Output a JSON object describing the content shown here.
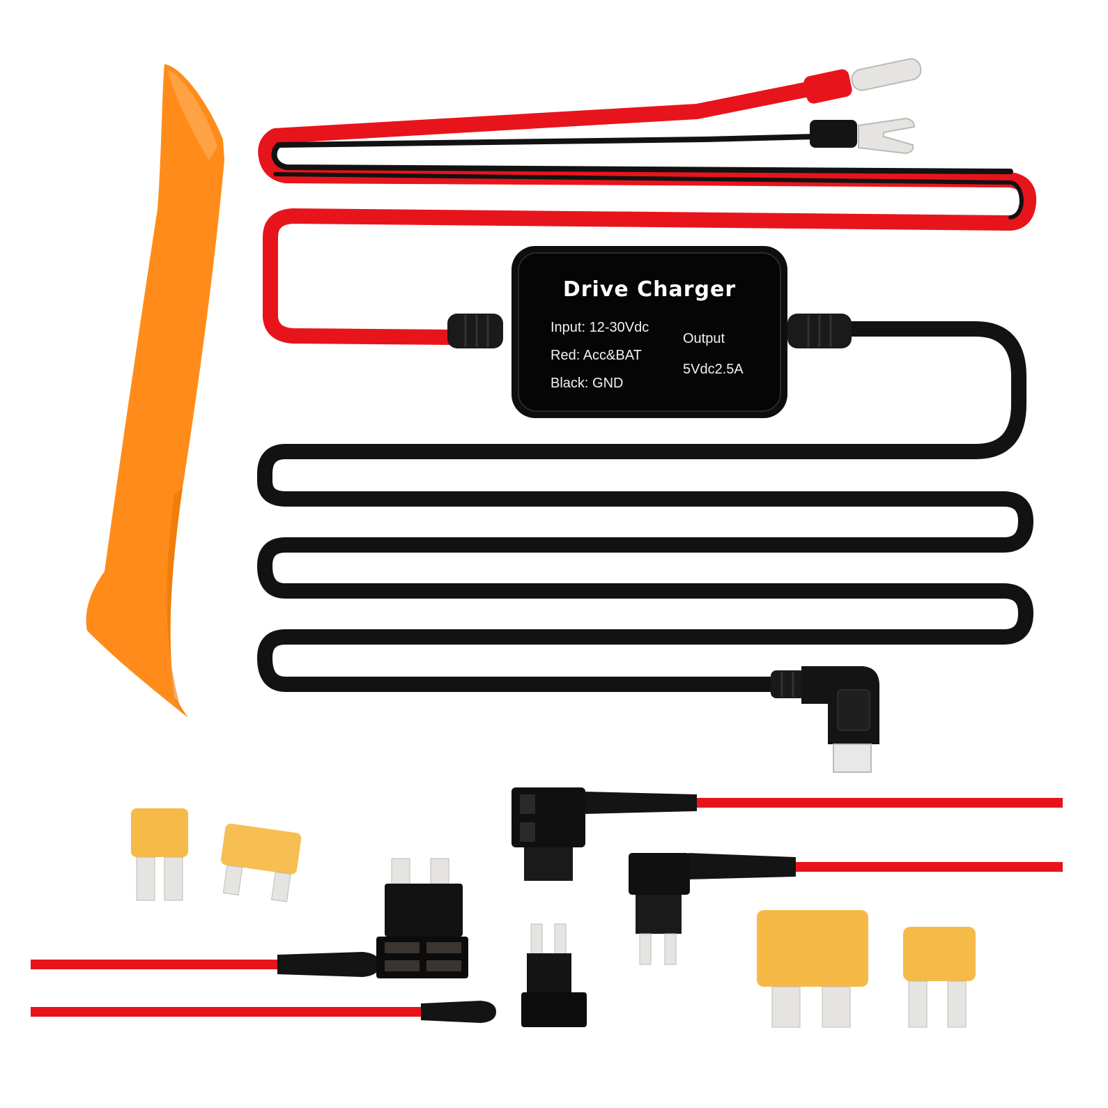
{
  "image": {
    "subject": "Hardwire kit product photo",
    "background": "#ffffff"
  },
  "charger_box": {
    "title": "Drive Charger",
    "input": "Input: 12-30Vdc",
    "red": "Red: Acc&BAT",
    "black": "Black: GND",
    "output_label": "Output",
    "output_value": "5Vdc2.5A"
  },
  "items": [
    {
      "name": "pry-tool",
      "color": "#ff8c1a"
    },
    {
      "name": "red-wire-ring-terminal",
      "color": "#e8141c"
    },
    {
      "name": "black-wire-fork-terminal",
      "color": "#111111"
    },
    {
      "name": "usb-c-right-angle-connector",
      "color": "#111111"
    },
    {
      "name": "add-a-circuit-fuse-taps",
      "count": 4
    },
    {
      "name": "spare-fuses",
      "count": 4,
      "color": "#f5b335"
    }
  ],
  "colors": {
    "wire_red": "#e8141c",
    "wire_black": "#121212",
    "tool_orange": "#ff8c1a",
    "fuse_amber": "#f5b335",
    "metal": "#e6e4e0"
  }
}
